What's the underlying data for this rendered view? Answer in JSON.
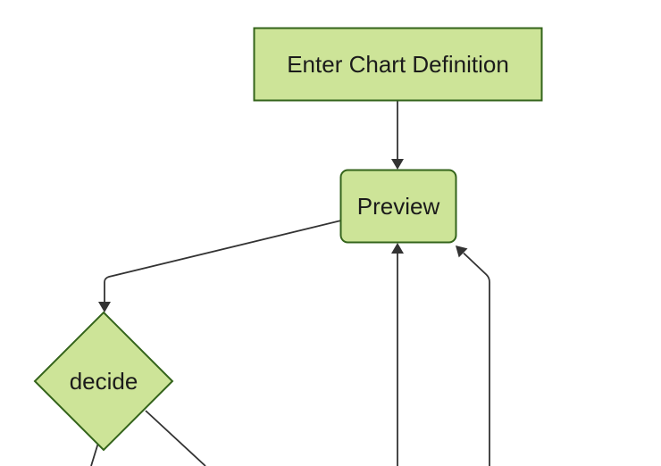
{
  "diagram": {
    "type": "flowchart",
    "direction": "top-down",
    "background": "#ffffff",
    "nodes": [
      {
        "id": "enter-chart-definition",
        "label": "Enter Chart Definition",
        "shape": "rectangle"
      },
      {
        "id": "preview",
        "label": "Preview",
        "shape": "rounded-rectangle"
      },
      {
        "id": "decide",
        "label": "decide",
        "shape": "diamond"
      }
    ],
    "edges": [
      {
        "id": "edge-enter-to-preview",
        "from": "Enter Chart Definition",
        "to": "Preview",
        "arrowhead": true
      },
      {
        "id": "edge-preview-to-decide",
        "from": "Preview",
        "to": "decide",
        "arrowhead": true
      },
      {
        "id": "edge-offscreen-bottom-to-preview",
        "from": "offscreen (bottom)",
        "to": "Preview",
        "arrowhead": true
      },
      {
        "id": "edge-offscreen-bottom-right-to-preview",
        "from": "offscreen (bottom right)",
        "to": "Preview",
        "arrowhead": true
      },
      {
        "id": "edge-decide-to-offscreen-bottom-left",
        "from": "decide",
        "to": "offscreen (bottom left)",
        "arrowhead": false
      },
      {
        "id": "edge-decide-to-offscreen-bottom-right",
        "from": "decide",
        "to": "offscreen (bottom right)",
        "arrowhead": false
      }
    ],
    "colors": {
      "node_fill": "#cde498",
      "node_border": "#34641b",
      "edge_line": "#333333",
      "label_text": "#1b1b1b"
    }
  }
}
